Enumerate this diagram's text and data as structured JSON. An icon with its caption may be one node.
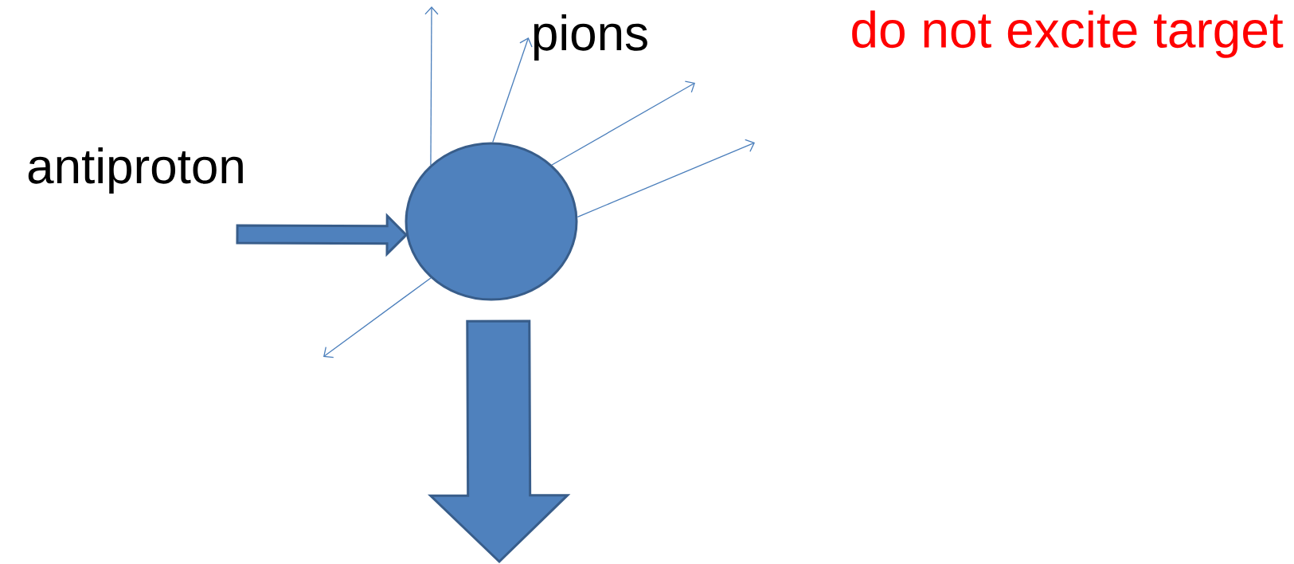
{
  "diagram": {
    "nodes": [
      {
        "text": [],
        "shape": "circle"
      },
      {
        "text": [
          "pions"
        ]
      }
    ],
    "edges": [
      {
        "from": null,
        "to": 0,
        "arrow": "to",
        "style": "thick"
      },
      {
        "from": 0,
        "to": null,
        "arrow": "to"
      },
      {
        "from": 0,
        "to": 1,
        "arrow": "to"
      },
      {
        "from": 0,
        "to": null,
        "arrow": "to"
      },
      {
        "from": 0,
        "to": null,
        "arrow": "to"
      },
      {
        "from": 0,
        "to": null,
        "arrow": "to"
      },
      {
        "from": 0,
        "to": null,
        "arrow": "to",
        "style": "thick"
      }
    ],
    "labels": [
      "antiproton",
      "do not excite target"
    ]
  }
}
